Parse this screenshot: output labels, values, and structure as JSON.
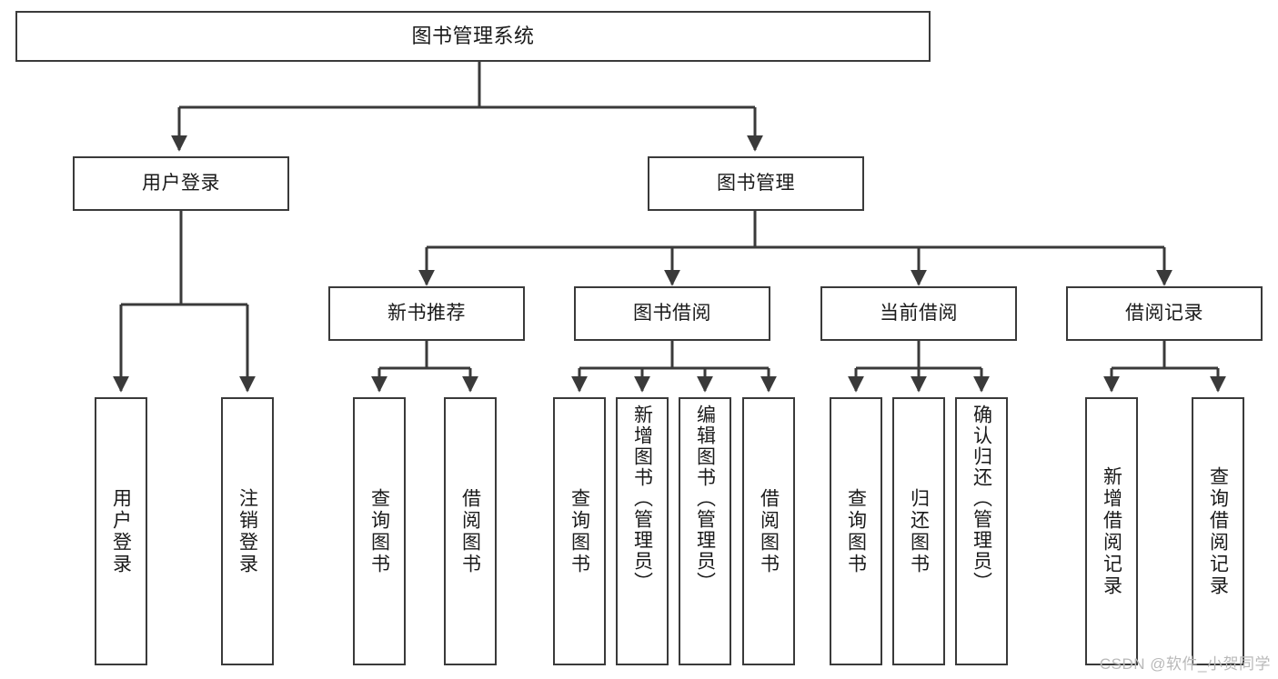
{
  "diagram": {
    "title": "图书管理系统",
    "type": "hierarchy-tree",
    "stroke_color": "#3a3a3a",
    "fill_color": "#ffffff",
    "text_color": "#1a1a1a",
    "watermark": "CSDN @软件_小贺同学"
  },
  "nodes": {
    "root": {
      "label": "图书管理系统"
    },
    "level1": [
      {
        "label": "用户登录"
      },
      {
        "label": "图书管理"
      }
    ],
    "level2": [
      {
        "label": "新书推荐"
      },
      {
        "label": "图书借阅"
      },
      {
        "label": "当前借阅"
      },
      {
        "label": "借阅记录"
      }
    ],
    "leaves": {
      "user_login": [
        {
          "label": "用户登录"
        },
        {
          "label": "注销登录"
        }
      ],
      "new_book_recommend": [
        {
          "label": "查询图书"
        },
        {
          "label": "借阅图书"
        }
      ],
      "book_borrow": [
        {
          "label": "查询图书"
        },
        {
          "label": "新增图书（管理员）"
        },
        {
          "label": "编辑图书（管理员）"
        },
        {
          "label": "借阅图书"
        }
      ],
      "current_borrow": [
        {
          "label": "查询图书"
        },
        {
          "label": "归还图书"
        },
        {
          "label": "确认归还（管理员）"
        }
      ],
      "borrow_records": [
        {
          "label": "新增借阅记录"
        },
        {
          "label": "查询借阅记录"
        }
      ]
    }
  }
}
